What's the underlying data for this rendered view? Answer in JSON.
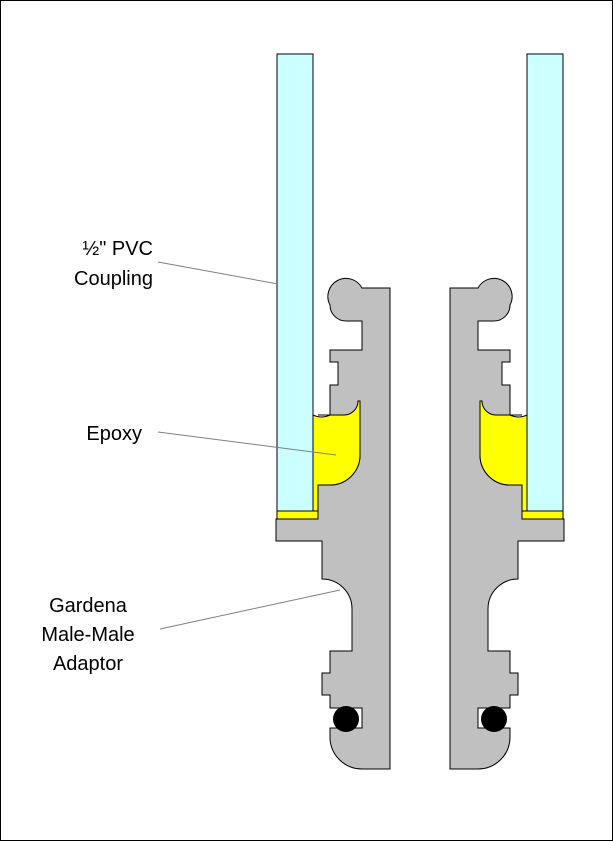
{
  "labels": {
    "pvc_line1": "½\" PVC",
    "pvc_line2": "Coupling",
    "epoxy": "Epoxy",
    "adaptor_line1": "Gardena",
    "adaptor_line2": "Male-Male",
    "adaptor_line3": "Adaptor"
  },
  "colors": {
    "pvc_fill": "#ccffff",
    "epoxy_fill": "#ffff00",
    "adaptor_fill": "#c0c0c0",
    "oring_fill": "#000000",
    "outline": "#000000",
    "leader_line": "#808080"
  }
}
